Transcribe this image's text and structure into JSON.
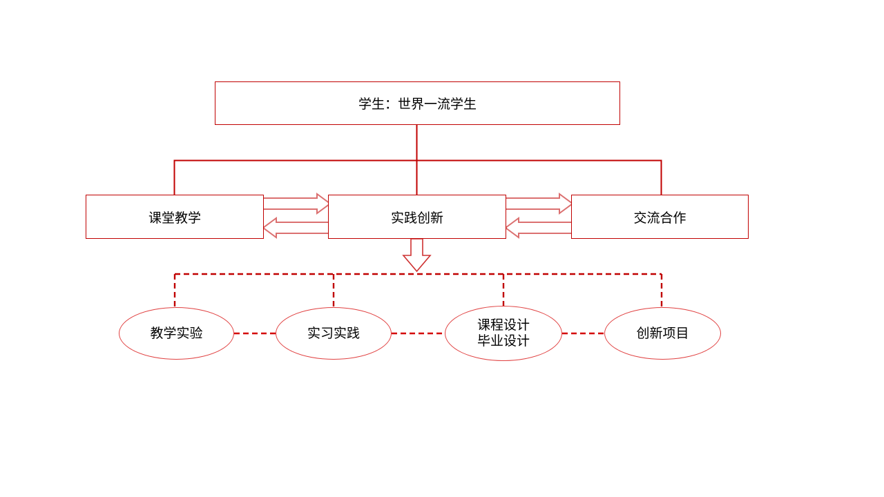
{
  "colors": {
    "primary": "#C00000",
    "ellipse": "#E04040",
    "link": "#D40000",
    "arrow": "#DB7070",
    "down": "#CE3030",
    "text": "#000000",
    "background": "#FFFFFF"
  },
  "diagram": {
    "root": {
      "label": "学生：世界一流学生"
    },
    "middle_nodes": [
      {
        "label": "课堂教学"
      },
      {
        "label": "实践创新"
      },
      {
        "label": "交流合作"
      }
    ],
    "leaf_nodes": [
      {
        "label": "教学实验"
      },
      {
        "label": "实习实践"
      },
      {
        "label": "课程设计",
        "label_line2": "毕业设计"
      },
      {
        "label": "创新项目"
      }
    ]
  }
}
